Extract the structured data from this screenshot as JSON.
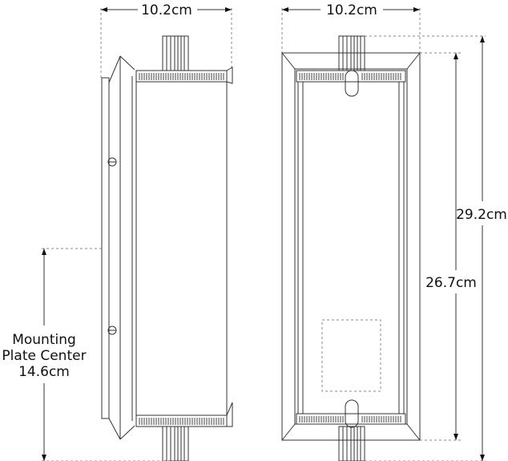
{
  "dimensions": {
    "side_width": "10.2cm",
    "front_width": "10.2cm",
    "overall_height": "29.2cm",
    "glass_height": "26.7cm",
    "mounting_label_line1": "Mounting",
    "mounting_label_line2": "Plate Center",
    "mounting_value": "14.6cm"
  }
}
